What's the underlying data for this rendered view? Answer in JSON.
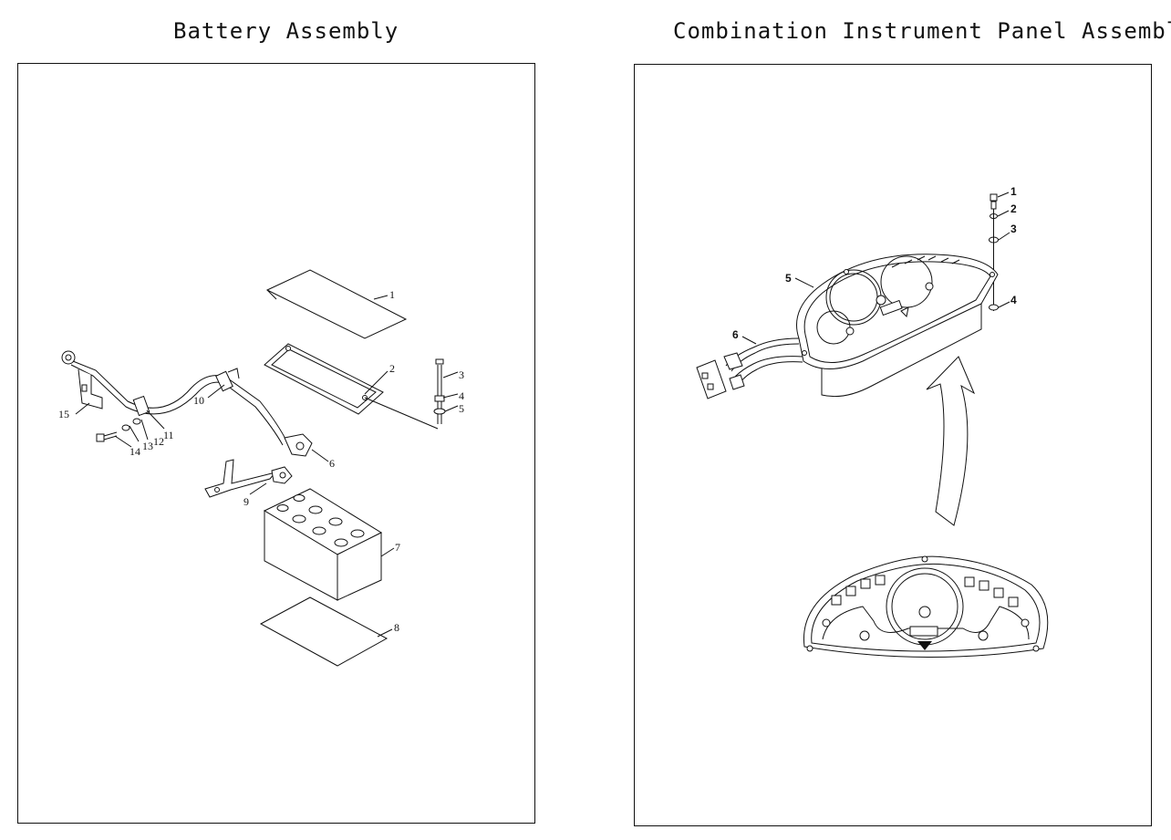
{
  "left": {
    "title": "Battery Assembly",
    "callouts": [
      "1",
      "2",
      "3",
      "4",
      "5",
      "6",
      "7",
      "8",
      "9",
      "10",
      "11",
      "12",
      "13",
      "14",
      "15"
    ]
  },
  "right": {
    "title": "Combination Instrument Panel Assembly",
    "callouts": [
      "1",
      "2",
      "3",
      "4",
      "5",
      "6"
    ]
  },
  "icons": {
    "battery": "battery-icon",
    "instrument": "instrument-cluster-icon",
    "arrow": "curved-arrow-icon"
  }
}
